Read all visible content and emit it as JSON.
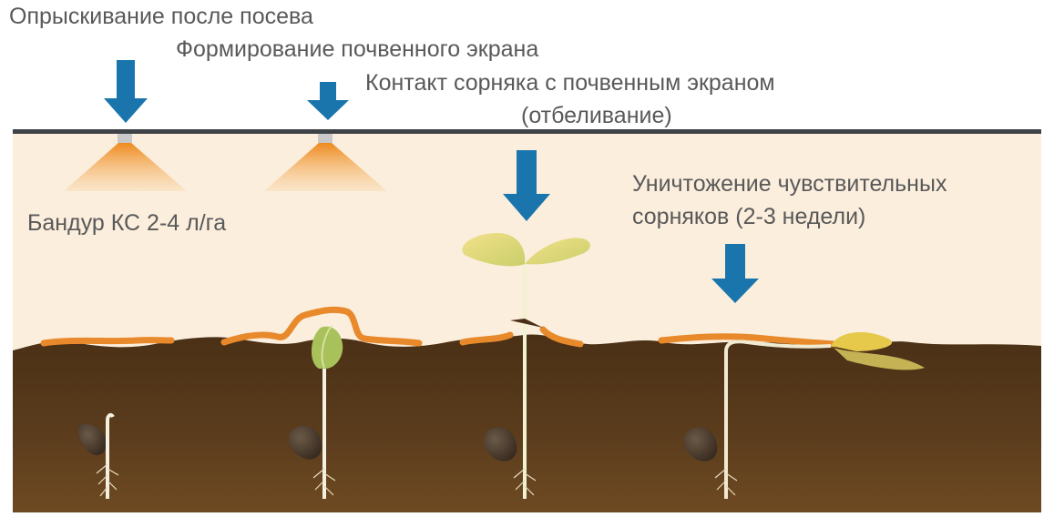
{
  "labels": {
    "spray_after_sowing": "Опрыскивание после посева",
    "soil_screen_forming": "Формирование почвенного экрана",
    "weed_contact_line1": "Контакт сорняка с почвенным экраном",
    "weed_contact_line2": "(отбеливание)",
    "product_rate": "Бандур КС 2-4 л/га",
    "weed_kill_line1": "Уничтожение чувствительных",
    "weed_kill_line2": "сорняков (2-3 недели)"
  },
  "colors": {
    "arrow": "#1a75ad",
    "spray": "#f0922a",
    "soil_screen": "#e8892b",
    "soil": "#5a3b1c",
    "sky": "#fbeedd",
    "leaf": "#f0d87a",
    "text": "#595959"
  }
}
